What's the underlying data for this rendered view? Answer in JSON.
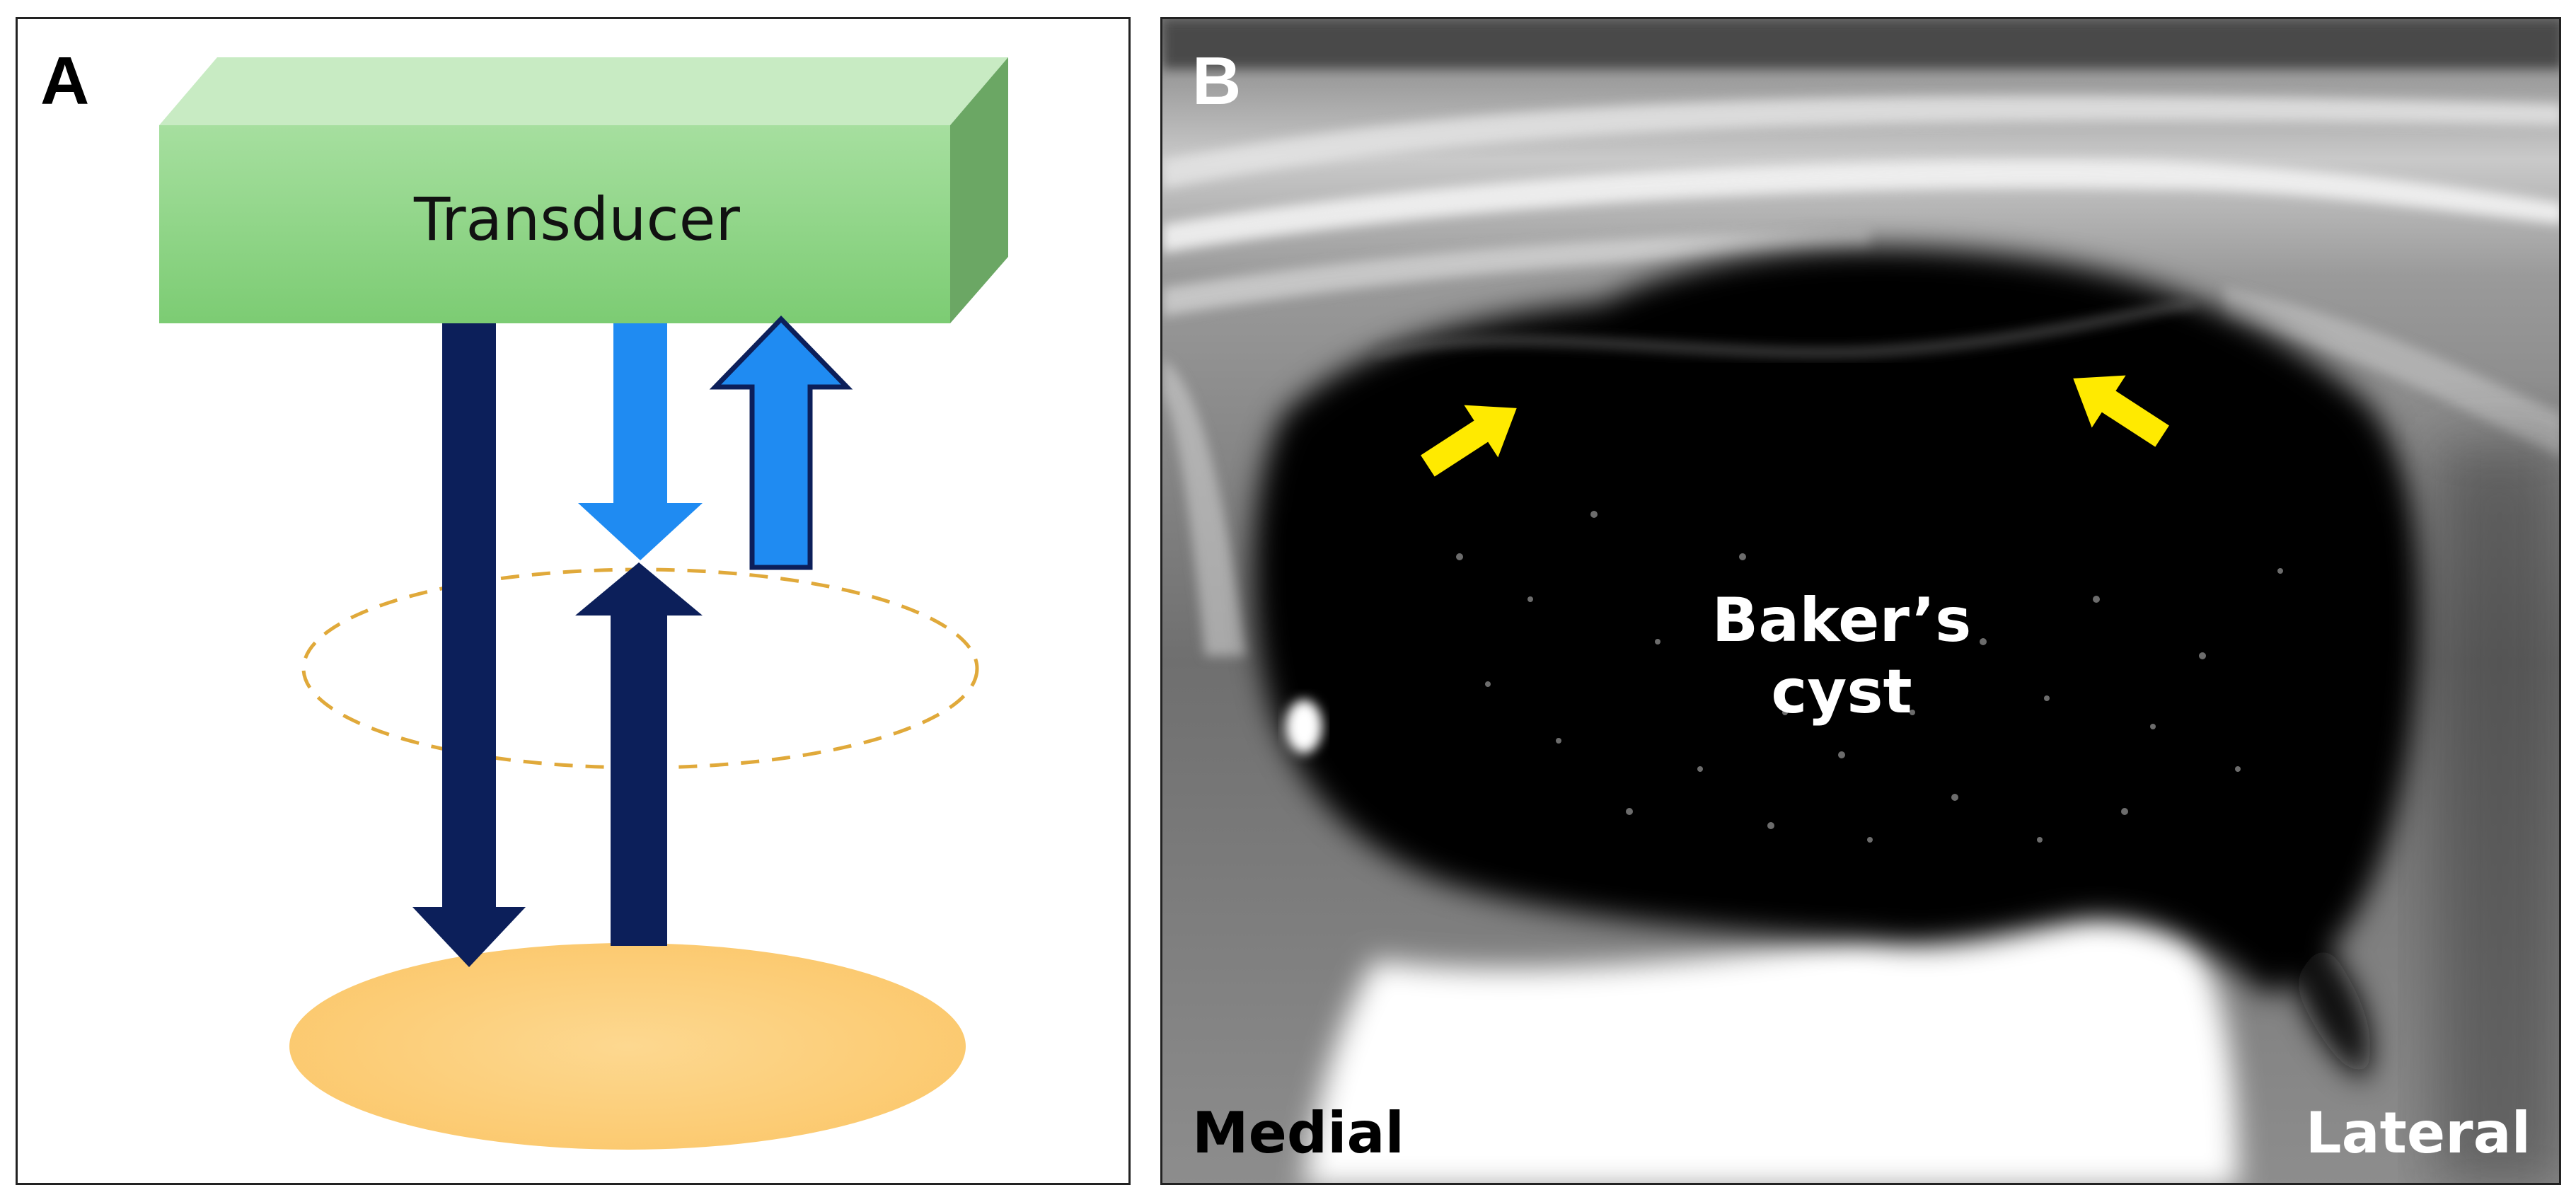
{
  "panel_a": {
    "letter": "A",
    "transducer_label": "Transducer",
    "colors": {
      "transducer_front": "#8fd68a",
      "transducer_top": "#c6eac2",
      "transducer_side": "#6aa863",
      "dark_arrow": "#0c1f5a",
      "light_arrow": "#1f8bf2",
      "target_ellipse": "#fbcc7a",
      "dashed_ellipse": "#e0a93a"
    }
  },
  "panel_b": {
    "letter": "B",
    "cyst_label_line1": "Baker’s",
    "cyst_label_line2": "cyst",
    "left_label": "Medial",
    "right_label": "Lateral",
    "colors": {
      "arrow": "#ffea00"
    }
  }
}
